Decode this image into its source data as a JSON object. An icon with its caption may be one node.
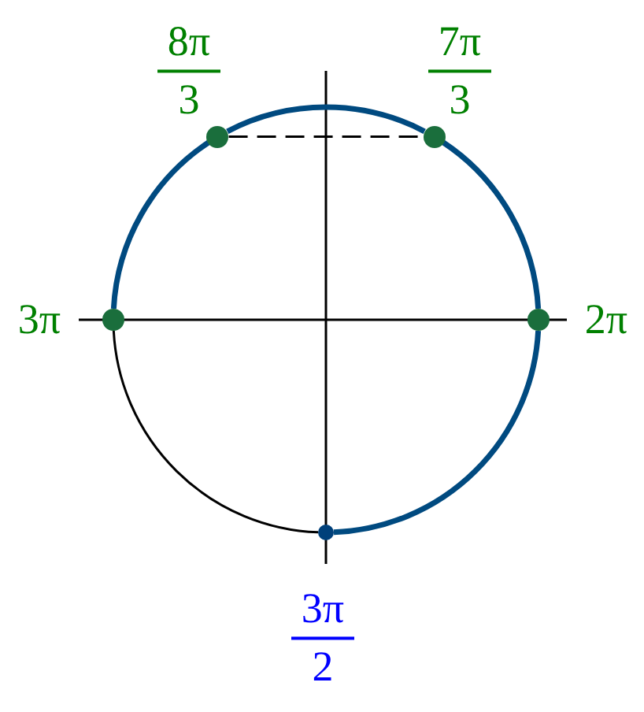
{
  "diagram": {
    "nodes": [
      {
        "text": [],
        "shape": "circle",
        "beside": [
          "8π",
          "3"
        ]
      },
      {
        "text": [],
        "shape": "circle",
        "beside": [
          "7π",
          "3"
        ]
      },
      {
        "text": [],
        "shape": "circle",
        "beside": [
          "3π"
        ]
      },
      {
        "text": [],
        "shape": "circle",
        "beside": [
          "2π"
        ]
      },
      {
        "text": [],
        "shape": "circle",
        "beside": [
          "3π",
          "2"
        ]
      }
    ],
    "edges": [
      {
        "from": 0,
        "to": 1,
        "arrow": "none",
        "style": "dashed",
        "color": "#000000"
      },
      {
        "from": 2,
        "to": 0,
        "arrow": "none"
      },
      {
        "from": 0,
        "to": 1,
        "arrow": "none"
      },
      {
        "from": 1,
        "to": 3,
        "arrow": "none"
      },
      {
        "from": 3,
        "to": 4,
        "arrow": "none"
      },
      {
        "from": 2,
        "to": 4,
        "arrow": "none",
        "color": "#000000"
      }
    ]
  }
}
